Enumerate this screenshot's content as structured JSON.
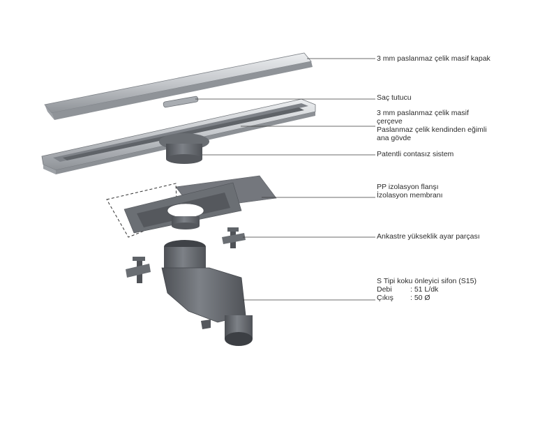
{
  "callouts": {
    "cover": "3 mm paslanmaz çelik masif kapak",
    "hair_catcher": "Saç tutucu",
    "frame_line1": "3 mm paslanmaz çelik masif",
    "frame_line2": "çerçeve",
    "body_line1": "Paslanmaz çelik kendinden eğimli",
    "body_line2": "ana gövde",
    "patented": "Patentli contasız sistem",
    "flange": "PP izolasyon flanşı",
    "membrane": "İzolasyon membranı",
    "height_adjuster": "Ankastre yükseklik ayar parçası",
    "trap_title": "S Tipi koku önleyici sifon (S15)",
    "flow_label": "Debi",
    "flow_value": ": 51 L/dk",
    "outlet_label": "Çıkış",
    "outlet_value": ": 50 Ø"
  },
  "colors": {
    "steel_light": "#d6d8db",
    "steel_dark": "#8c9096",
    "plastic": "#5f6368",
    "membrane": "#6f7278",
    "leader": "#3a3a3a"
  }
}
